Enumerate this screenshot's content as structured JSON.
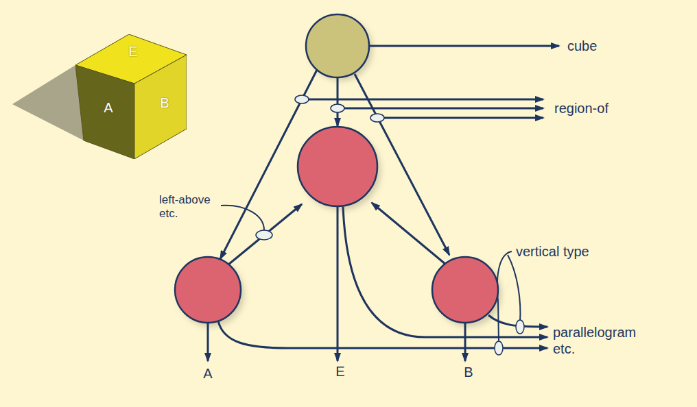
{
  "diagram": {
    "nodes": [
      {
        "text": [
          "E"
        ]
      },
      {
        "text": [
          "A"
        ]
      },
      {
        "text": [
          "B"
        ]
      }
    ],
    "labels": [
      "cube",
      "region-of",
      "left-above etc.",
      "vertical type",
      "parallelogram etc.",
      "A",
      "E",
      "B"
    ]
  }
}
